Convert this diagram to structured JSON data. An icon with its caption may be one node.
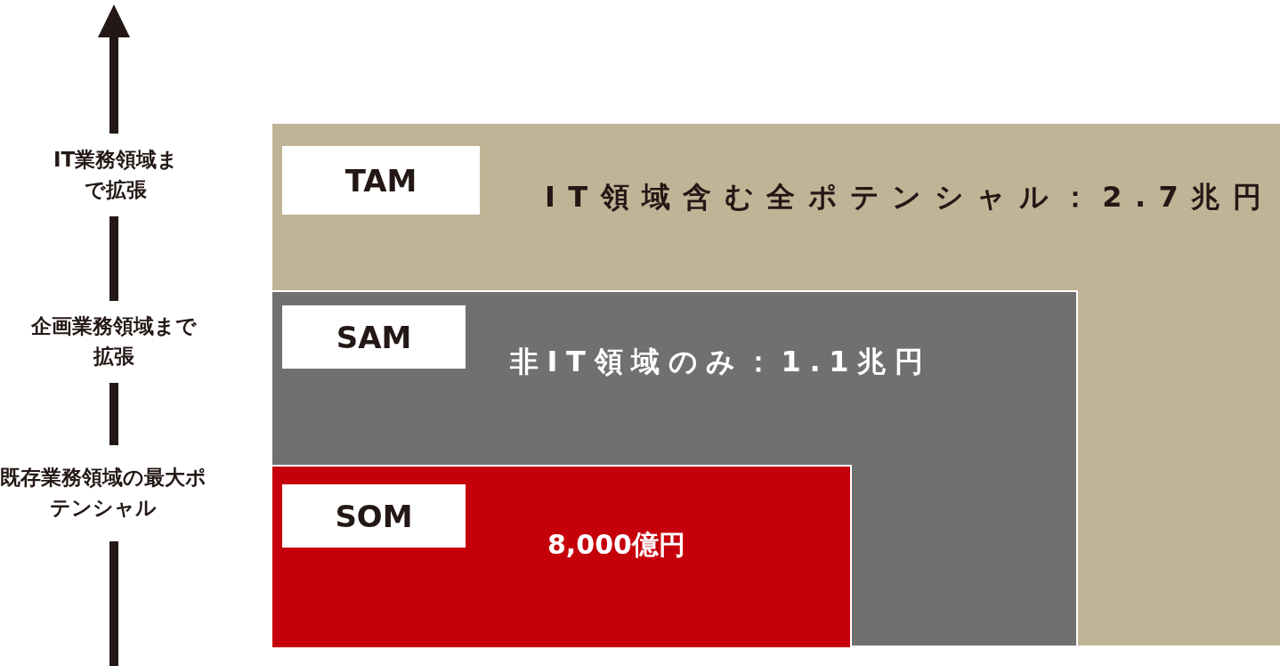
{
  "diagram": {
    "nodes": [
      {
        "text": [
          "IT領域含む全ポテンシャル：2.7兆円"
        ]
      },
      {
        "text": [
          "TAM"
        ],
        "in": 0
      },
      {
        "text": [
          "非IT領域のみ：1.1兆円"
        ],
        "in": 0
      },
      {
        "text": [
          "SAM"
        ],
        "in": 2
      },
      {
        "text": [
          "8,000億円"
        ],
        "in": 2
      },
      {
        "text": [
          "SOM"
        ],
        "in": 4
      }
    ],
    "edges": [],
    "labels": [
      "IT業務領域まで拡張",
      "企画業務領域まで拡張",
      "既存業務領域の最大ポテンシャル"
    ]
  }
}
